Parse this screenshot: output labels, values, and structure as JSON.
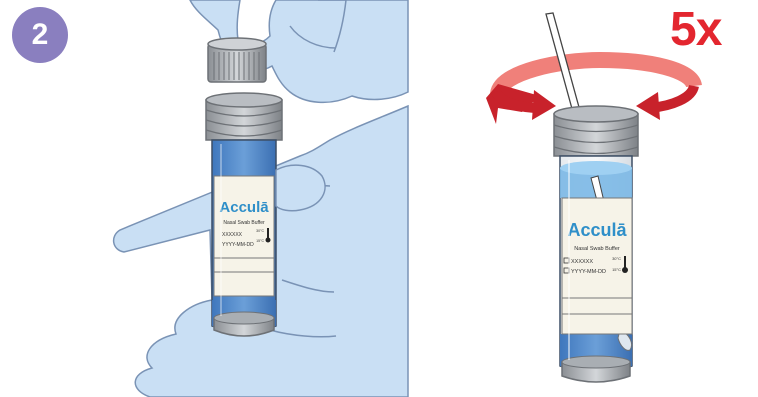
{
  "step": {
    "number": "2"
  },
  "repeat": {
    "label": "5x"
  },
  "tube_label": {
    "brand": "Acculā",
    "product": "Nasal Swab Buffer",
    "lot": "XXXXXX",
    "expiry": "YYYY-MM-DD",
    "temp_low": "15°C",
    "temp_high": "30°C"
  },
  "colors": {
    "badge": "#8a7fbf",
    "repeat_text": "#e3262f",
    "glove": "#c9dff4",
    "glove_outline": "#7a93b5",
    "liquid": "#4f86c9",
    "cap": "#9a9ea3",
    "rotation_band": "#f0807a",
    "rotation_arrow": "#c8222b",
    "brand": "#2f8fc9"
  },
  "icons": [
    "thermometer-icon",
    "rotation-arrows-icon",
    "swab-icon"
  ]
}
